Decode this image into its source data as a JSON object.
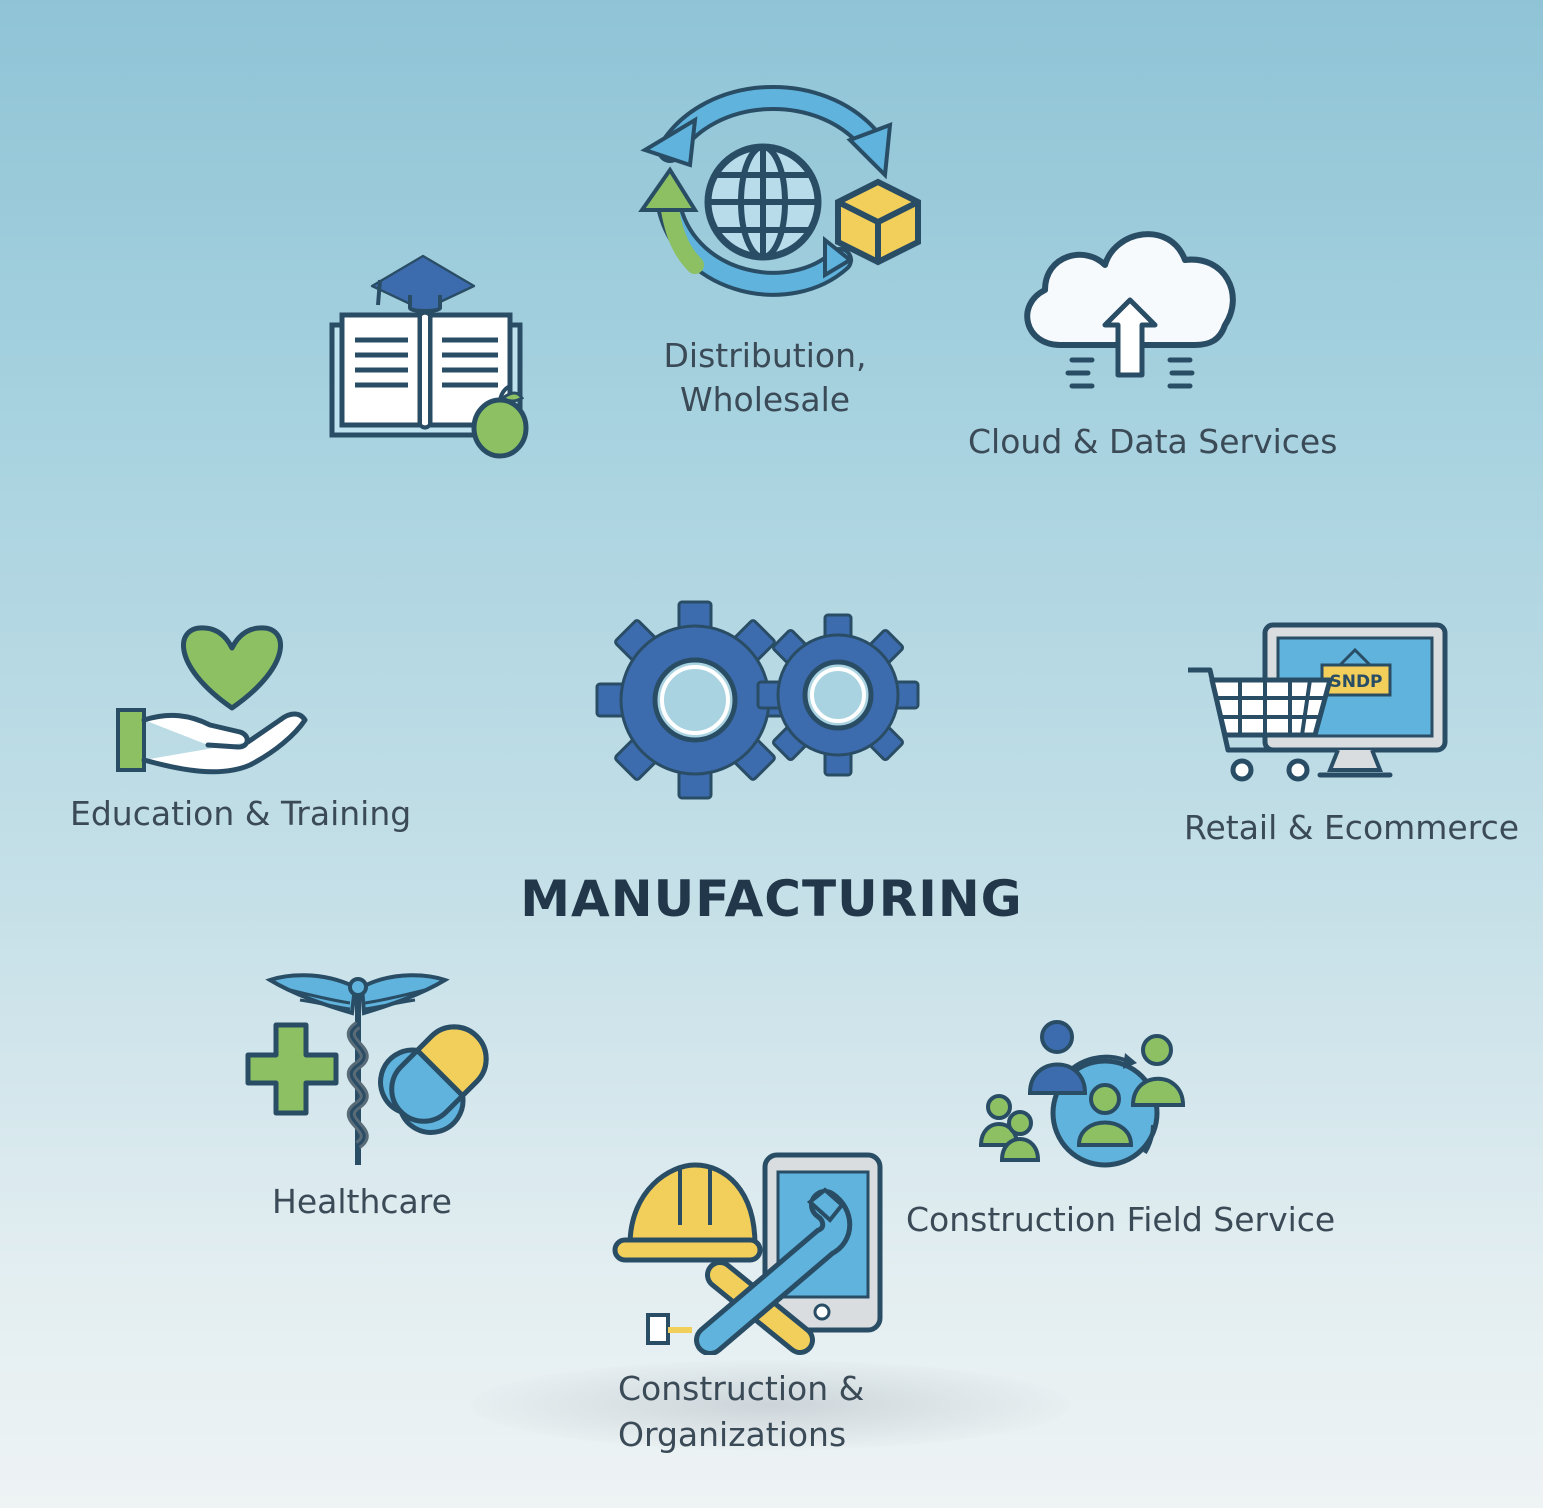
{
  "title": "MANUFACTURING",
  "sectors": {
    "distribution": {
      "line1": "Distribution,",
      "line2": "Wholesale",
      "icon": "globe-cycle-icon"
    },
    "cloud": {
      "label": "Cloud & Data Services",
      "icon": "cloud-upload-icon"
    },
    "book": {
      "icon": "graduation-book-icon"
    },
    "care": {
      "label": "Education & Training",
      "icon": "heart-hand-icon"
    },
    "retail": {
      "label": "Retail & Ecommerce",
      "sign": "SNDP",
      "icon": "cart-monitor-icon"
    },
    "healthcare": {
      "label": "Healthcare",
      "icon": "caduceus-icon"
    },
    "field": {
      "label": "Construction Field Service",
      "icon": "people-network-icon"
    },
    "construction": {
      "line1": "Construction &",
      "line2": "Organizations",
      "icon": "hardhat-tools-icon"
    }
  },
  "center": {
    "icon": "gears-icon"
  },
  "colors": {
    "blue": "#3d6cae",
    "lightblue": "#5fb3dc",
    "green": "#8cc063",
    "yellow": "#f2cf5b",
    "outline": "#2a4d66"
  }
}
